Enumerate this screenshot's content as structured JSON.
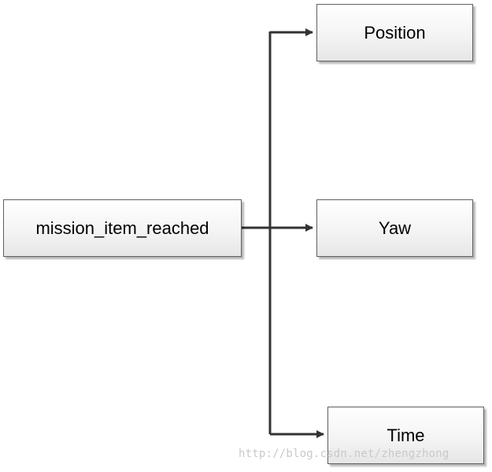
{
  "diagram": {
    "source": {
      "label": "mission_item_reached"
    },
    "targets": [
      {
        "label": "Position"
      },
      {
        "label": "Yaw"
      },
      {
        "label": "Time"
      }
    ]
  },
  "watermark": "http://blog.csdn.net/zhengzhong"
}
